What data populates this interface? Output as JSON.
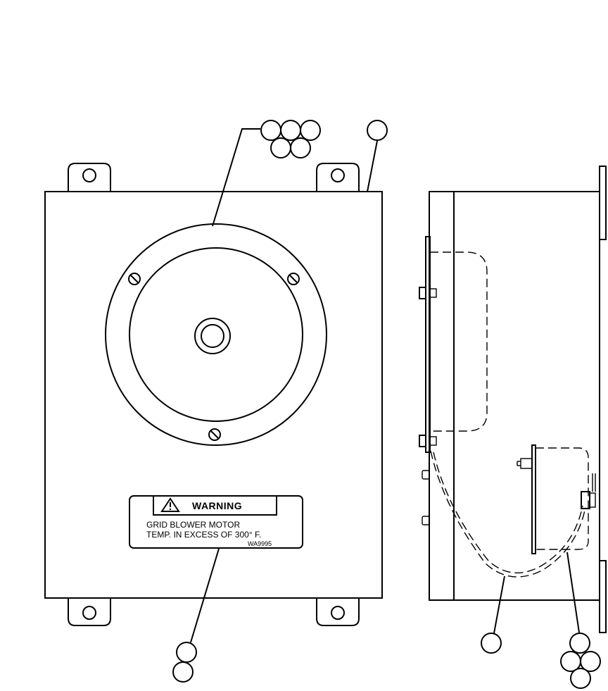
{
  "warning_label": {
    "heading": "WARNING",
    "line1": "GRID BLOWER MOTOR",
    "line2": "TEMP. IN EXCESS OF 300°  F.",
    "code": "WA9995"
  },
  "icons": {
    "warning_symbol": "warning-triangle-icon"
  }
}
